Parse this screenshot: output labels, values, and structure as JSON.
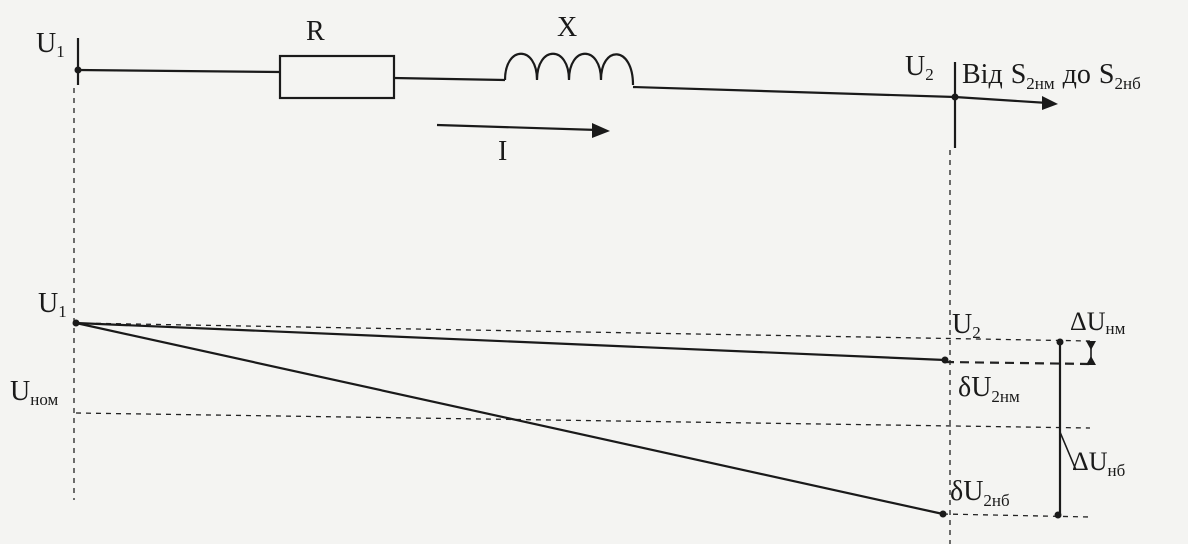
{
  "circuit": {
    "u1": {
      "main": "U",
      "sub": "1"
    },
    "resistor": "R",
    "reactance": "X",
    "current": "I",
    "u2": {
      "main": "U",
      "sub": "2"
    },
    "load_range": {
      "from_word": "Від",
      "s_min": {
        "main": "S",
        "sub": "2нм"
      },
      "to_word": "до",
      "s_max": {
        "main": "S",
        "sub": "2нб"
      }
    }
  },
  "voltage_profile": {
    "u1": {
      "main": "U",
      "sub": "1"
    },
    "u_nom": {
      "main": "U",
      "sub": "ном"
    },
    "u2": {
      "main": "U",
      "sub": "2"
    },
    "delta_u_min": {
      "main": "ΔU",
      "sub": "нм"
    },
    "delta_u_max": {
      "main": "ΔU",
      "sub": "нб"
    },
    "small_delta_u2_min": {
      "main": "δU",
      "sub": "2нм"
    },
    "small_delta_u2_max": {
      "main": "δU",
      "sub": "2нб"
    }
  }
}
